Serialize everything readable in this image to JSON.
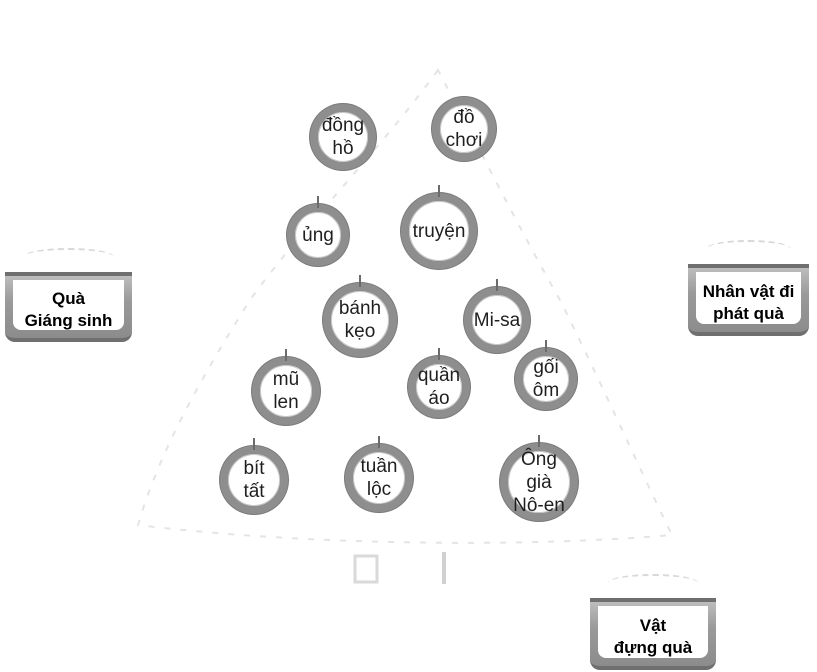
{
  "ornaments": [
    {
      "label": "đồng\nhồ"
    },
    {
      "label": "đồ\nchơi"
    },
    {
      "label": "ủng"
    },
    {
      "label": "truyện"
    },
    {
      "label": "bánh\nkẹo"
    },
    {
      "label": "Mi-sa"
    },
    {
      "label": "mũ\nlen"
    },
    {
      "label": "quần\náo"
    },
    {
      "label": "gối\nôm"
    },
    {
      "label": "bít\ntất"
    },
    {
      "label": "tuần\nlộc"
    },
    {
      "label": "Ông già\nNô-en"
    }
  ],
  "baskets": [
    {
      "label": "Quà\nGiáng sinh"
    },
    {
      "label": "Nhân vật đi\nphát quà"
    },
    {
      "label": "Vật\nđựng quà"
    }
  ],
  "colors": {
    "ornament_ring": "#8e8e8e",
    "basket_body": "#9a9a9a",
    "tree_outline": "#e4e4e4"
  }
}
